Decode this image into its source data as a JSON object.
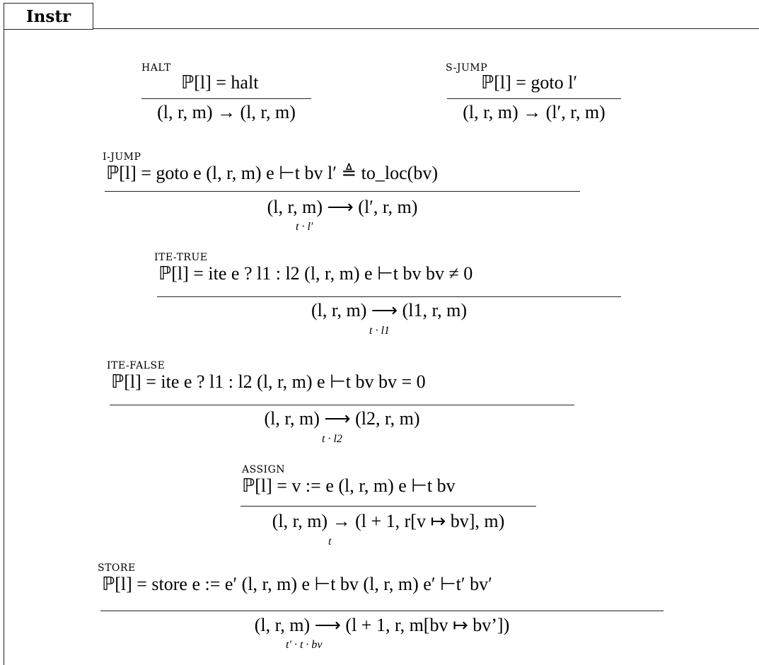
{
  "box_label": "Instr",
  "rules": [
    {
      "name": "HALT",
      "premise": "ℙ[l] = halt",
      "conclusion": "(l, r, m) → (l, r, m)",
      "label": ""
    },
    {
      "name": "S-JUMP",
      "premise": "ℙ[l] = goto l′",
      "conclusion": "(l, r, m) → (l′, r, m)",
      "label": ""
    },
    {
      "name": "I-JUMP",
      "premise": "ℙ[l] = goto e      (l, r, m) e ⊢t bv      l′ ≜ to_loc(bv)",
      "conclusion": "(l, r, m) ⟶ (l′, r, m)",
      "label": "t · l′"
    },
    {
      "name": "ITE-TRUE",
      "premise": "ℙ[l] = ite e ? l1 : l2      (l, r, m) e ⊢t bv      bv ≠ 0",
      "conclusion": "(l, r, m) ⟶ (l1, r, m)",
      "label": "t · l1"
    },
    {
      "name": "ITE-FALSE",
      "premise": "ℙ[l] = ite e ? l1 : l2      (l, r, m) e ⊢t bv      bv = 0",
      "conclusion": "(l, r, m) ⟶ (l2, r, m)",
      "label": "t · l2"
    },
    {
      "name": "ASSIGN",
      "premise": "ℙ[l] = v := e      (l, r, m) e ⊢t bv",
      "conclusion": "(l, r, m) → (l + 1, r[v ↦ bv], m)",
      "label": "t"
    },
    {
      "name": "STORE",
      "premise": "ℙ[l] = store  e := e′      (l, r, m) e ⊢t bv      (l, r, m) e′ ⊢t′ bv′",
      "conclusion": "(l, r, m) ⟶ (l + 1, r, m[bv ↦ bv’])",
      "label": "t′ · t · bv"
    }
  ]
}
